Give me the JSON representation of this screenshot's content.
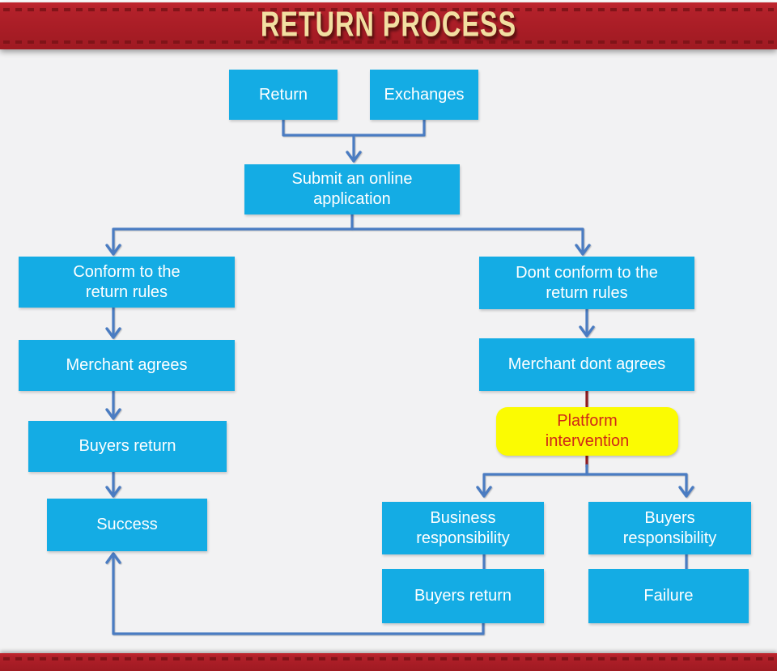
{
  "banner": {
    "title": "RETURN PROCESS"
  },
  "nodes": {
    "return": {
      "label": "Return"
    },
    "exchanges": {
      "label": "Exchanges"
    },
    "submit": {
      "label": "Submit an online\napplication"
    },
    "conform": {
      "label": "Conform to the\nreturn rules"
    },
    "merchant_agrees": {
      "label": "Merchant agrees"
    },
    "buyers_return_left": {
      "label": "Buyers return"
    },
    "success": {
      "label": "Success"
    },
    "dont_conform": {
      "label": "Dont conform to the\nreturn rules"
    },
    "merchant_dont_agrees": {
      "label": "Merchant dont agrees"
    },
    "platform_intervention": {
      "label": "Platform\nintervention"
    },
    "business_responsibility": {
      "label": "Business\nresponsibility"
    },
    "buyers_responsibility": {
      "label": "Buyers\nresponsibility"
    },
    "buyers_return_bottom": {
      "label": "Buyers return"
    },
    "failure": {
      "label": "Failure"
    }
  },
  "colors": {
    "banner_red": "#a91d26",
    "banner_text": "#f2dfa2",
    "node_fill": "#14ace4",
    "node_text": "#ffffff",
    "connector_blue": "#4a7cc2",
    "connector_maroon": "#8e1b1f",
    "highlight_fill": "#fbfb02",
    "highlight_text": "#d02818",
    "canvas_bg": "#f2f2f3"
  }
}
